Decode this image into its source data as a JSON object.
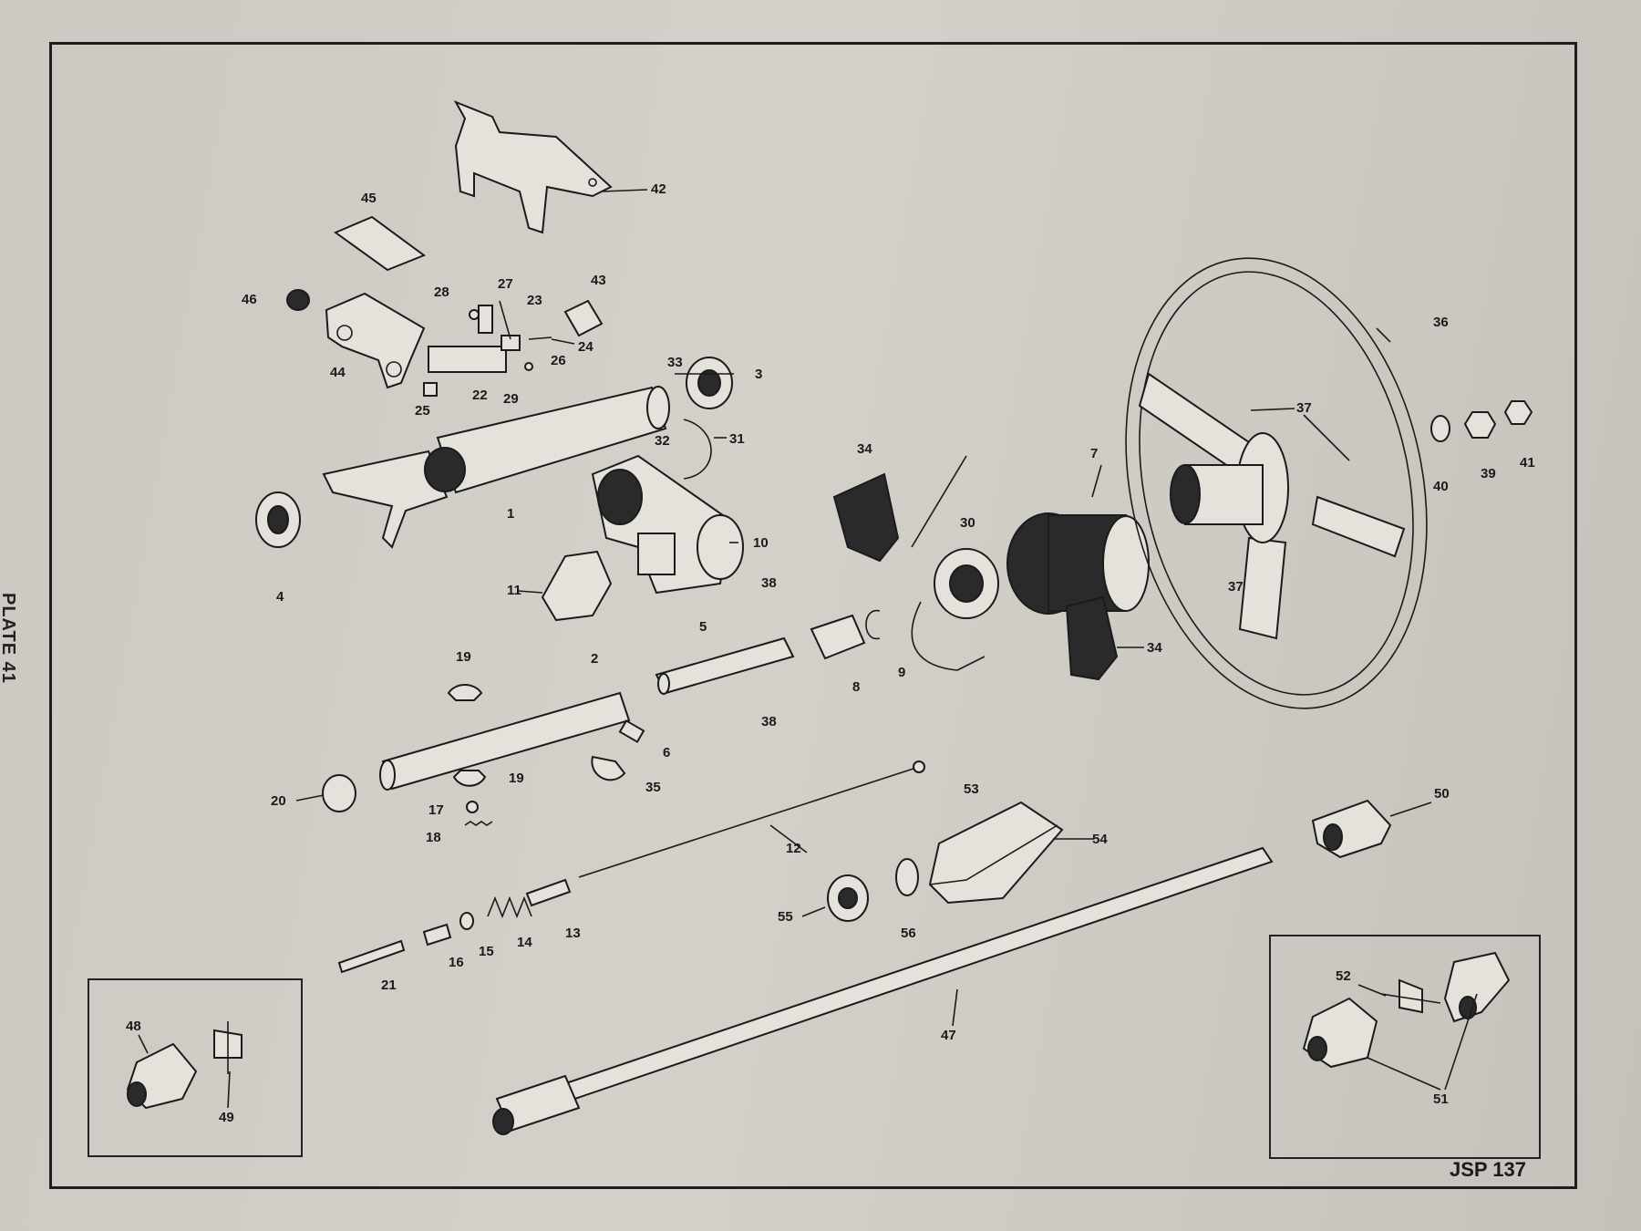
{
  "plate_label": "PLATE 41",
  "reference": "JSP 137",
  "callouts": [
    "42",
    "45",
    "46",
    "28",
    "27",
    "23",
    "43",
    "44",
    "24",
    "25",
    "22",
    "26",
    "29",
    "33",
    "3",
    "32",
    "31",
    "1",
    "4",
    "10",
    "11",
    "34",
    "30",
    "7",
    "36",
    "37",
    "40",
    "39",
    "41",
    "37",
    "38",
    "5",
    "8",
    "9",
    "34",
    "19",
    "2",
    "6",
    "35",
    "38",
    "20",
    "19",
    "17",
    "18",
    "12",
    "53",
    "54",
    "50",
    "55",
    "56",
    "13",
    "14",
    "15",
    "16",
    "21",
    "47",
    "48",
    "49",
    "52",
    "51"
  ],
  "colors": {
    "ink": "#1b1b1b",
    "paper": "#d0cec6"
  }
}
